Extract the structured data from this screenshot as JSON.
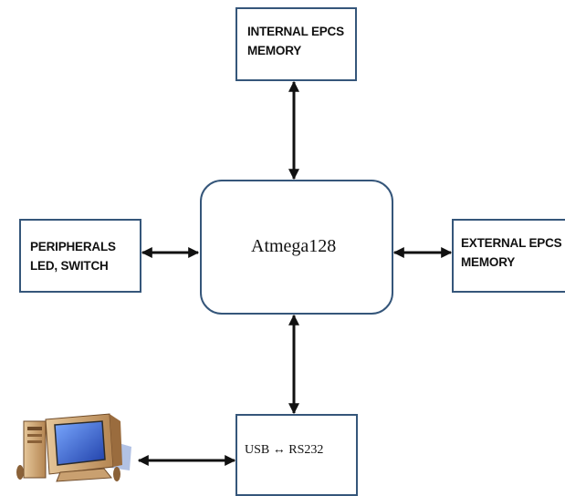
{
  "blocks": {
    "internal_memory": "INTERNAL EPCS\nMEMORY",
    "peripherals": "PERIPHERALS\nLED, SWITCH",
    "microcontroller": "Atmega128",
    "external_memory": "EXTERNAL EPCS\nMEMORY",
    "usb_converter": "USB ↔ RS232"
  },
  "icons": {
    "computer": "desktop-computer-icon"
  },
  "colors": {
    "box_border": "#35567a",
    "arrow": "#111111"
  }
}
